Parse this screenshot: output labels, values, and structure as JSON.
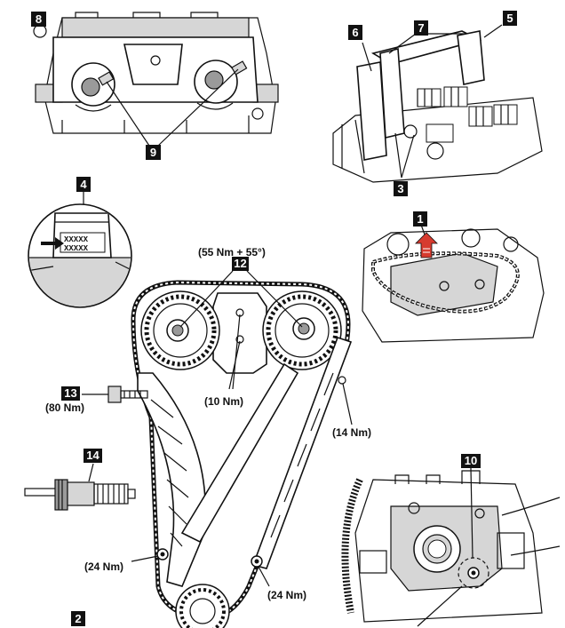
{
  "callouts": {
    "c1": "1",
    "c2": "2",
    "c3": "3",
    "c4": "4",
    "c5": "5",
    "c6": "6",
    "c7": "7",
    "c8": "8",
    "c9": "9",
    "c10": "10",
    "c12": "12",
    "c13": "13",
    "c14": "14"
  },
  "torques": {
    "camshaft_bolts": "(55 Nm + 55°)",
    "guide_bolts": "(10 Nm)",
    "right_guide_bolt": "(14 Nm)",
    "tensioner_plug": "(80 Nm)",
    "lower_left_bolt": "(24 Nm)",
    "lower_right_bolt": "(24 Nm)"
  },
  "marking": {
    "line1": "XXXXX",
    "line2": "XXXXX"
  },
  "colors": {
    "ink": "#111111",
    "arrow_red": "#d63b2f",
    "fill_grey": "#d6d6d6"
  }
}
